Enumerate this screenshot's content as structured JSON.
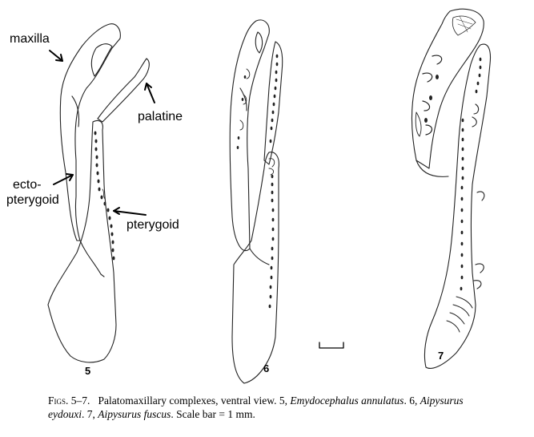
{
  "labels": {
    "maxilla": "maxilla",
    "palatine": "palatine",
    "ecto": "ecto-",
    "pterygoid_line2": "pterygoid",
    "pterygoid": "pterygoid"
  },
  "figure_numbers": {
    "f5": "5",
    "f6": "6",
    "f7": "7"
  },
  "caption": {
    "figs": "Figs. 5–7.",
    "text1": "Palatomaxillary complexes, ventral view. 5, ",
    "species1": "Emydocephalus annulatus",
    "text2": ". 6, ",
    "species2a": "Aipysurus",
    "species2b": "eydouxi",
    "text3": ". 7, ",
    "species3": "Aipysurus fuscus",
    "text4": ". Scale bar = 1 mm."
  },
  "colors": {
    "ink": "#000000",
    "background": "#ffffff"
  }
}
